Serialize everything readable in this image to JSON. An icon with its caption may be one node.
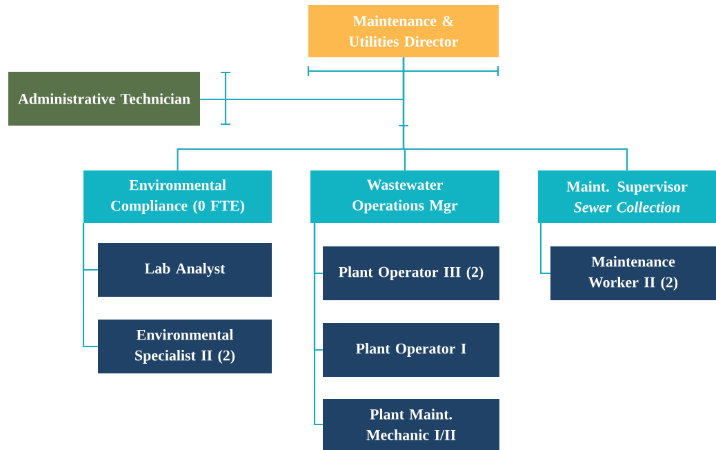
{
  "diagram": {
    "nodes": [
      {
        "text": [
          "Maintenance & Utilities Director"
        ]
      },
      {
        "text": [
          "Administrative Technician"
        ]
      },
      {
        "text": [
          "Environmental Compliance (0 FTE)"
        ]
      },
      {
        "text": [
          "Wastewater Operations Mgr"
        ]
      },
      {
        "text": [
          "Maint. Supervisor *Sewer Collection*"
        ]
      },
      {
        "text": [
          "Lab Analyst"
        ]
      },
      {
        "text": [
          "Environmental Specialist II (2)"
        ]
      },
      {
        "text": [
          "Plant Operator III (2)"
        ]
      },
      {
        "text": [
          "Plant Operator I"
        ]
      },
      {
        "text": [
          "Plant Maint. Mechanic I/II"
        ]
      },
      {
        "text": [
          "Maintenance Worker II (2)"
        ]
      }
    ],
    "edges": [
      {
        "from": 0,
        "to": 1,
        "arrow": "none"
      },
      {
        "from": 0,
        "to": 2,
        "arrow": "none"
      },
      {
        "from": 0,
        "to": 3,
        "arrow": "none"
      },
      {
        "from": 0,
        "to": 4,
        "arrow": "none"
      },
      {
        "from": 2,
        "to": 5,
        "arrow": "none"
      },
      {
        "from": 2,
        "to": 6,
        "arrow": "none"
      },
      {
        "from": 3,
        "to": 7,
        "arrow": "none"
      },
      {
        "from": 3,
        "to": 8,
        "arrow": "none"
      },
      {
        "from": 3,
        "to": 9,
        "arrow": "none"
      },
      {
        "from": 4,
        "to": 10,
        "arrow": "none"
      }
    ]
  }
}
